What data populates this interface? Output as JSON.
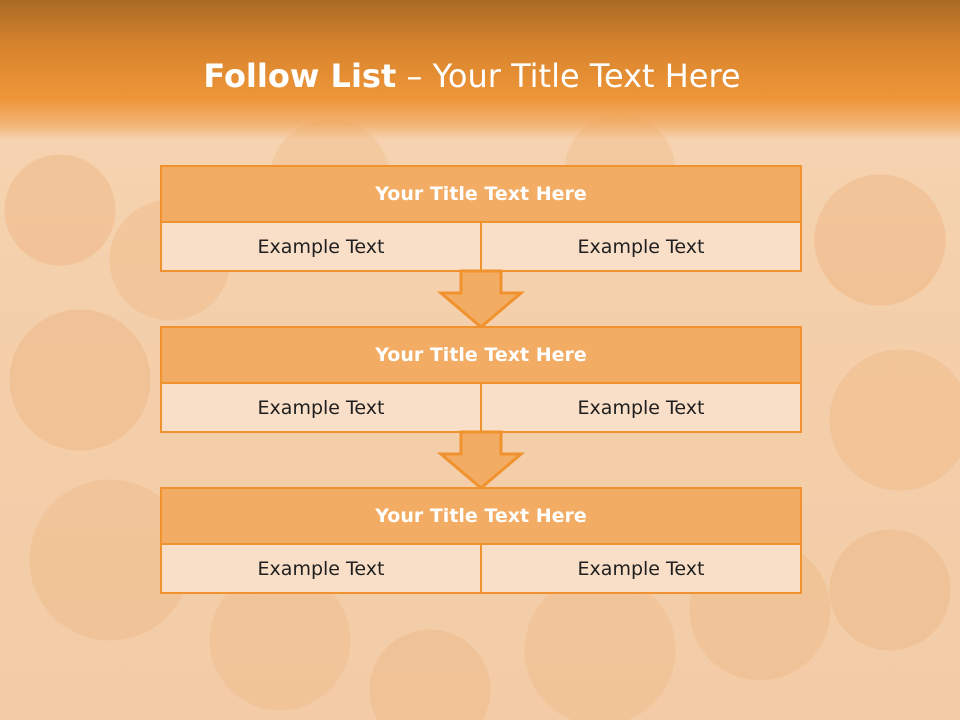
{
  "slide": {
    "title_bold": "Follow List",
    "title_rest": " – Your Title Text Here"
  },
  "blocks": [
    {
      "title": "Your Title Text Here",
      "left": "Example Text",
      "right": "Example Text"
    },
    {
      "title": "Your Title Text Here",
      "left": "Example Text",
      "right": "Example Text"
    },
    {
      "title": "Your Title Text Here",
      "left": "Example Text",
      "right": "Example Text"
    }
  ],
  "colors": {
    "header_orange": "#ee9538",
    "border_orange": "#f0922e",
    "block_header_fill": "#f2ac64",
    "cell_fill": "#f9dec8"
  },
  "icons": [
    "down-arrow-icon",
    "down-arrow-icon"
  ]
}
